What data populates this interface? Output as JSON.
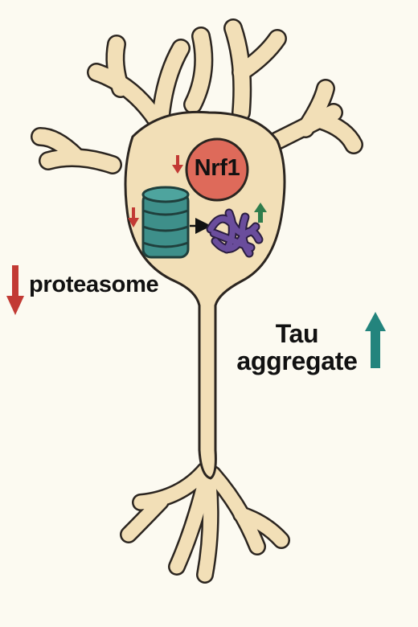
{
  "labels": {
    "nrf1": "Nrf1",
    "proteasome": "proteasome",
    "tau_line1": "Tau",
    "tau_line2": "aggregate"
  },
  "colors": {
    "background": "#fcfaf1",
    "cell_fill": "#f2dfb7",
    "cell_outline": "#2b2520",
    "nrf1_fill": "#de6a5a",
    "proteasome_fill": "#3e8f8a",
    "tau_fill": "#6a4d9c",
    "down_arrow": "#c23a34",
    "up_arrow_small": "#2f7d4c",
    "up_arrow_large": "#23847d",
    "text": "#111111"
  },
  "icons": {
    "nrf1": "nrf1-circle-icon",
    "proteasome": "proteasome-cylinder-icon",
    "tau": "tau-tangle-icon",
    "decrease": "down-arrow-icon",
    "increase": "up-arrow-icon"
  }
}
